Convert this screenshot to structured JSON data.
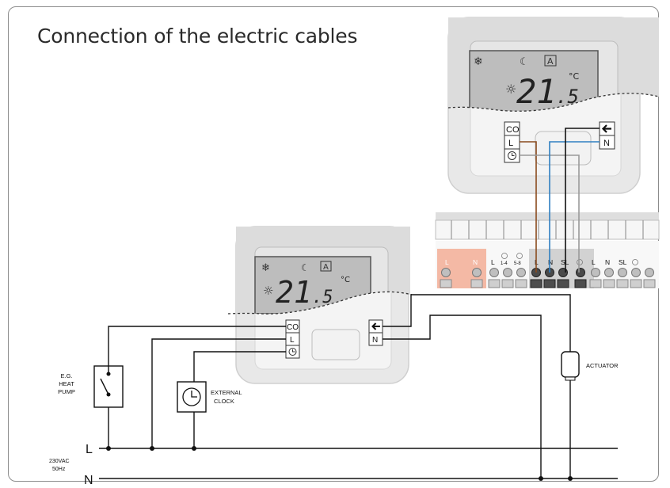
{
  "title": "Connection of the electric cables",
  "display": {
    "reading": "21.5",
    "unit": "°C",
    "mode_letter": "A"
  },
  "terminals": {
    "co": "CO",
    "l": "L",
    "n": "N"
  },
  "labels": {
    "heat_pump": [
      "E.G.",
      "HEAT",
      "PUMP"
    ],
    "external_clock": [
      "EXTERNAL",
      "CLOCK"
    ],
    "actuator": "ACTUATOR",
    "supply": [
      "230VAC",
      "50Hz"
    ],
    "line_l": "L",
    "line_n": "N"
  },
  "rail": {
    "labels": [
      "L",
      "N",
      "L",
      "1-4",
      "5-8",
      "L",
      "N",
      "SL",
      "L",
      "N",
      "SL"
    ]
  },
  "colors": {
    "brown": "#8a4b1e",
    "blue": "#2f7fc1",
    "grey_wire": "#9a9a9a",
    "power_block": "#f4b9a5"
  }
}
